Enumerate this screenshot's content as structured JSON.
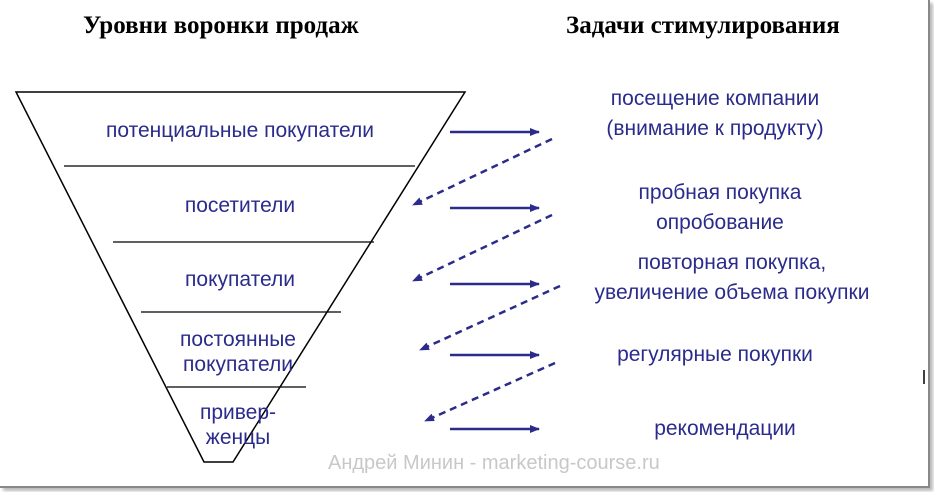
{
  "headings": {
    "funnel": "Уровни воронки продаж",
    "tasks": "Задачи стимулирования"
  },
  "funnel_levels": [
    [
      "потенциальные покупатели"
    ],
    [
      "посетители"
    ],
    [
      "покупатели"
    ],
    [
      "постоянные",
      "покупатели"
    ],
    [
      "привер-",
      "женцы"
    ]
  ],
  "tasks": [
    [
      "посещение компании",
      "(внимание к продукту)"
    ],
    [
      "пробная покупка",
      "опробование"
    ],
    [
      "повторная покупка,",
      "увеличение объема покупки"
    ],
    [
      "регулярные покупки"
    ],
    [
      "рекомендации"
    ]
  ],
  "watermark": "Андрей Минин - marketing-course.ru",
  "colors": {
    "text": "#2b2b8c",
    "arrow": "#2b2b8c",
    "funnel_outline": "#000000",
    "watermark": "#c8c8c8"
  }
}
